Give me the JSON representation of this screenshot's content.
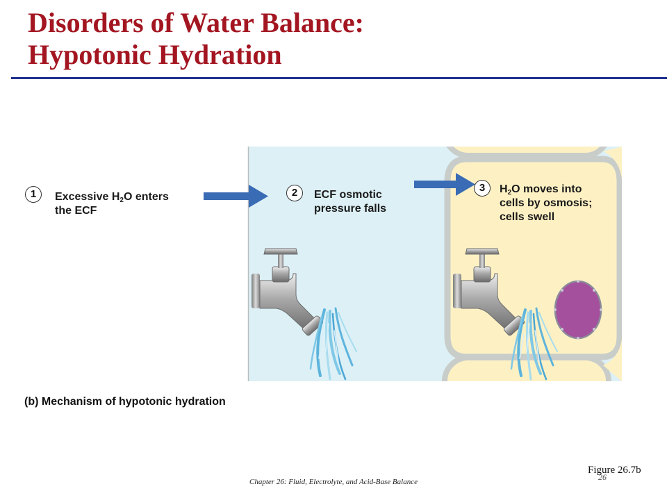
{
  "slide": {
    "title_line1": "Disorders of Water Balance:",
    "title_line2": "Hypotonic Hydration",
    "figure_ref": "Figure 26.7b",
    "page_number": "26",
    "footer": "Chapter 26: Fluid, Electrolyte, and Acid-Base Balance"
  },
  "diagram": {
    "caption": "(b) Mechanism of hypotonic hydration",
    "steps": [
      {
        "number": "1",
        "pre": "Excessive H",
        "sub": "2",
        "post": "O enters",
        "line2": "the ECF"
      },
      {
        "number": "2",
        "line1": "ECF osmotic",
        "line2": "pressure falls"
      },
      {
        "number": "3",
        "pre": "H",
        "sub": "2",
        "post": "O moves into",
        "line2": "cells by osmosis;",
        "line3": "cells swell"
      }
    ]
  },
  "colors": {
    "title": "#a31621",
    "rule": "#1f2f8f",
    "ecf_fluid": "#dcf0f6",
    "cell_fill": "#fdf1c4",
    "cell_membrane": "#c9cdc9",
    "nucleus": "#a5509d",
    "arrow": "#3a6bb5",
    "water": "#5db4dc"
  },
  "icons": [
    "step-number-circle",
    "arrow-right-icon",
    "faucet-icon",
    "water-stream-icon",
    "nucleus-icon"
  ]
}
